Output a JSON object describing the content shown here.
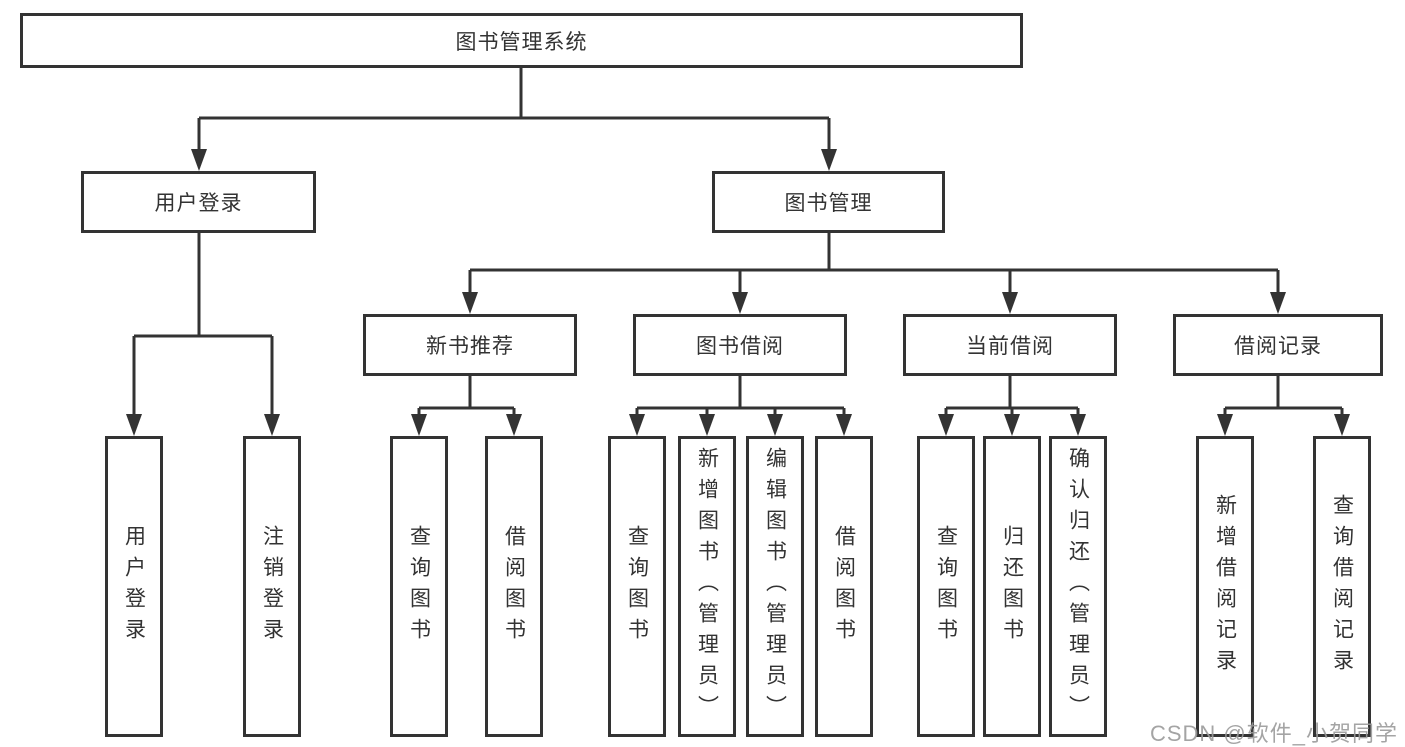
{
  "title": "图书管理系统",
  "tree": {
    "root": "图书管理系统",
    "branches": [
      {
        "label": "用户登录",
        "children": [
          "用户登录",
          "注销登录"
        ]
      },
      {
        "label": "图书管理",
        "sections": [
          {
            "label": "新书推荐",
            "children": [
              "查询图书",
              "借阅图书"
            ]
          },
          {
            "label": "图书借阅",
            "children": [
              "查询图书",
              "新增图书（管理员）",
              "编辑图书（管理员）",
              "借阅图书"
            ]
          },
          {
            "label": "当前借阅",
            "children": [
              "查询图书",
              "归还图书",
              "确认归还（管理员）"
            ]
          },
          {
            "label": "借阅记录",
            "children": [
              "新增借阅记录",
              "查询借阅记录"
            ]
          }
        ]
      }
    ]
  },
  "watermark": "CSDN @软件_小贺同学",
  "colors": {
    "line": "#333333",
    "box_border": "#333333",
    "text": "#333333",
    "background": "#ffffff",
    "watermark": "#9b9b9b"
  }
}
